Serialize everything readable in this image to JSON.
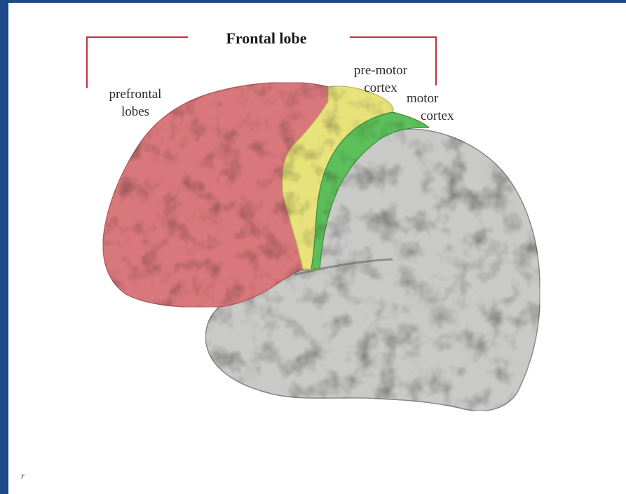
{
  "diagram": {
    "title": "Frontal lobe",
    "labels": {
      "prefrontal": [
        "prefrontal",
        "lobes"
      ],
      "premotor": [
        "pre-motor",
        "cortex"
      ],
      "motor": [
        "motor",
        "cortex"
      ]
    },
    "corner_mark": "r"
  },
  "colors": {
    "frame": "#1d4a86",
    "bracket": "#c0303a",
    "prefrontal": "#d9787c",
    "premotor": "#e7e37a",
    "motor": "#5cbf5a",
    "rest_of_brain": "#c9c9c7"
  }
}
